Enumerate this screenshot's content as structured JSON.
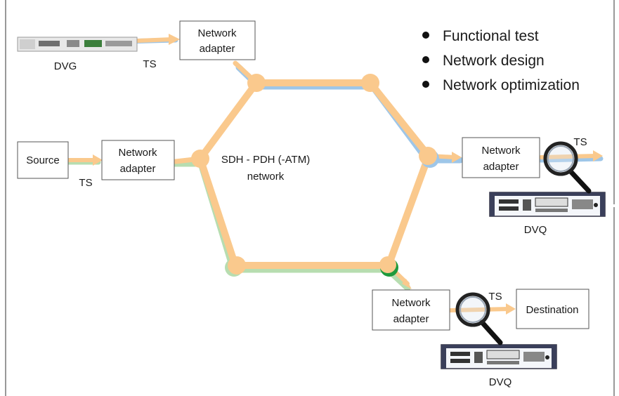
{
  "colors": {
    "orange": "#FAC98D",
    "blue": "#9EC6E8",
    "green": "#B7DDB0",
    "dark_green": "#1E9A3C",
    "box_stroke": "#555555"
  },
  "bullets": [
    "Functional test",
    "Network design",
    "Network optimization"
  ],
  "network_label": [
    "SDH - PDH (-ATM)",
    "network"
  ],
  "boxes": {
    "top_adapter": [
      "Network",
      "adapter"
    ],
    "source": [
      "Source"
    ],
    "left_adapter": [
      "Network",
      "adapter"
    ],
    "right_adapter": [
      "Network",
      "adapter"
    ],
    "bottom_adapter": [
      "Network",
      "adapter"
    ],
    "destination": [
      "Destination"
    ]
  },
  "labels": {
    "dvg": "DVG",
    "ts_top": "TS",
    "ts_source": "TS",
    "ts_right": "TS",
    "ts_bottom": "TS",
    "dvq_right": "DVQ",
    "dvq_bottom": "DVQ"
  },
  "icons": {
    "magnifier": "magnifier-icon",
    "bullet": "bullet-dot-icon"
  }
}
